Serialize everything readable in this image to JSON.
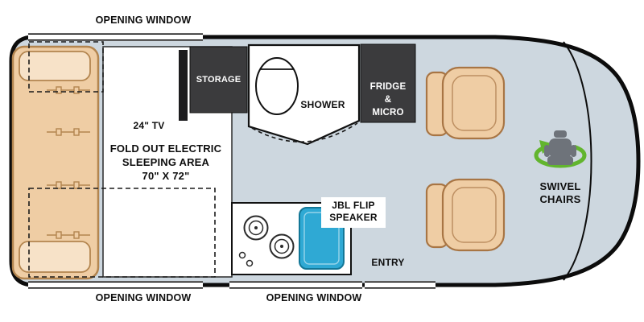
{
  "windows": {
    "top": "OPENING WINDOW",
    "bottom_left": "OPENING WINDOW",
    "bottom_center": "OPENING WINDOW"
  },
  "areas": {
    "storage": "STORAGE",
    "tv": "24\" TV",
    "shower": "SHOWER",
    "fridge_micro": {
      "lines": [
        "FRIDGE",
        "&",
        "MICRO"
      ]
    },
    "sleeping": {
      "lines": [
        "FOLD OUT ELECTRIC",
        "SLEEPING AREA",
        "70\" X 72\""
      ]
    },
    "speaker": {
      "lines": [
        "JBL FLIP",
        "SPEAKER"
      ]
    },
    "entry": "ENTRY",
    "swivel": {
      "lines": [
        "SWIVEL",
        "CHAIRS"
      ]
    }
  },
  "colors": {
    "interior": "#cdd7df",
    "bed": "#efcda4",
    "pillow": "#f7e2c8",
    "bed_stroke": "#b3854f",
    "seat_stroke": "#a87544",
    "cabinet": "#3b3b3d",
    "sink": "#2fa9d4",
    "green": "#62b52e",
    "chair": "#6e737a"
  }
}
